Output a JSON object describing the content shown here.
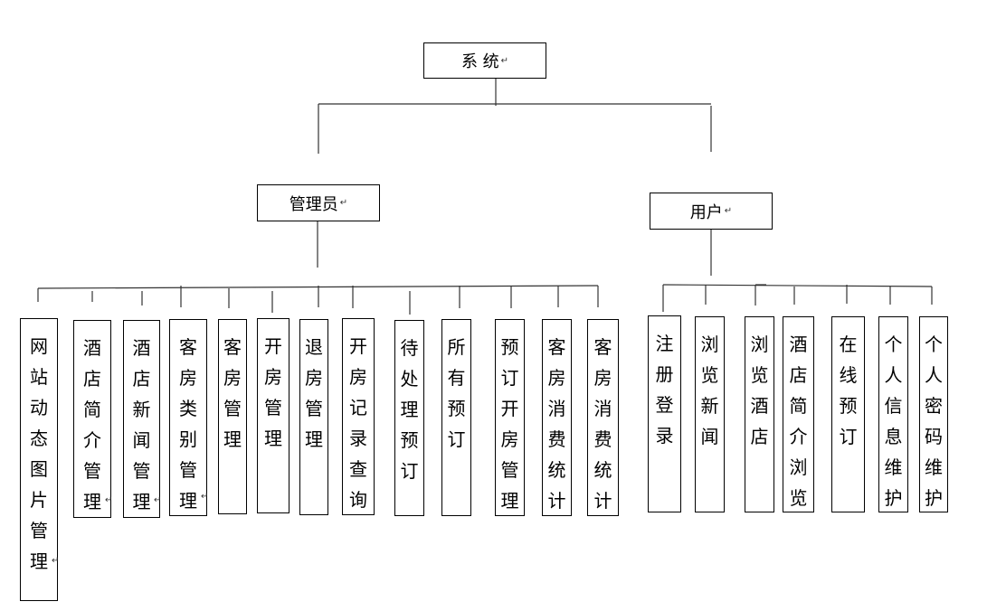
{
  "diagram": {
    "root": {
      "label": "系 统",
      "mark": "↵"
    },
    "admin": {
      "label": "管理员",
      "mark": "↵",
      "modules": [
        {
          "label": "网站动态图片管理",
          "mark": "↵"
        },
        {
          "label": "酒店简介管理",
          "mark": "↵"
        },
        {
          "label": "酒店新闻管理",
          "mark": "↵"
        },
        {
          "label": "客房类别管理",
          "mark": "↵"
        },
        {
          "label": "客房管理",
          "mark": ""
        },
        {
          "label": "开房管理",
          "mark": ""
        },
        {
          "label": "退房管理",
          "mark": ""
        },
        {
          "label": "开房记录查询",
          "mark": ""
        },
        {
          "label": "待处理预订",
          "mark": ""
        },
        {
          "label": "所有预订",
          "mark": ""
        },
        {
          "label": "预订开房管理",
          "mark": ""
        },
        {
          "label": "客房消费统计",
          "mark": ""
        },
        {
          "label": "客房消费统计",
          "mark": ""
        }
      ]
    },
    "user": {
      "label": "用户",
      "mark": "↵",
      "modules": [
        {
          "label": "注册登录",
          "mark": ""
        },
        {
          "label": "浏览新闻",
          "mark": ""
        },
        {
          "label": "浏览酒店",
          "mark": ""
        },
        {
          "label": "酒店简介浏览",
          "mark": ""
        },
        {
          "label": "在线预订",
          "mark": ""
        },
        {
          "label": "个人信息维护",
          "mark": ""
        },
        {
          "label": "个人密码维护",
          "mark": ""
        }
      ]
    }
  }
}
